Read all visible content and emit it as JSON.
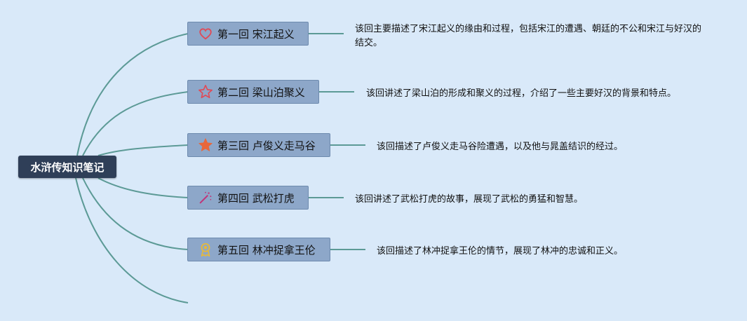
{
  "root": {
    "label": "水浒传知识笔记"
  },
  "chapters": [
    {
      "title": "第一回 宋江起义",
      "icon": "heart-icon",
      "note": "该回主要描述了宋江起义的缘由和过程，包括宋江的遭遇、朝廷的不公和宋江与好汉的结交。"
    },
    {
      "title": "第二回 梁山泊聚义",
      "icon": "star-outline-icon",
      "note": "该回讲述了梁山泊的形成和聚义的过程，介绍了一些主要好汉的背景和特点。"
    },
    {
      "title": "第三回 卢俊义走马谷",
      "icon": "star-filled-icon",
      "note": "该回描述了卢俊义走马谷险遭遇，以及他与晁盖结识的经过。"
    },
    {
      "title": "第四回 武松打虎",
      "icon": "magic-wand-icon",
      "note": "该回讲述了武松打虎的故事，展现了武松的勇猛和智慧。"
    },
    {
      "title": "第五回 林冲捉拿王伦",
      "icon": "award-medal-icon",
      "note": "该回描述了林冲捉拿王伦的情节，展现了林冲的忠诚和正义。"
    }
  ],
  "colors": {
    "background": "#d9e9f9",
    "root_fill": "#2f3f58",
    "node_fill": "#8da7c9",
    "connector": "#5c9a96",
    "heart": "#e04a57",
    "star": "#e8673a",
    "medal": "#e7b93a"
  }
}
